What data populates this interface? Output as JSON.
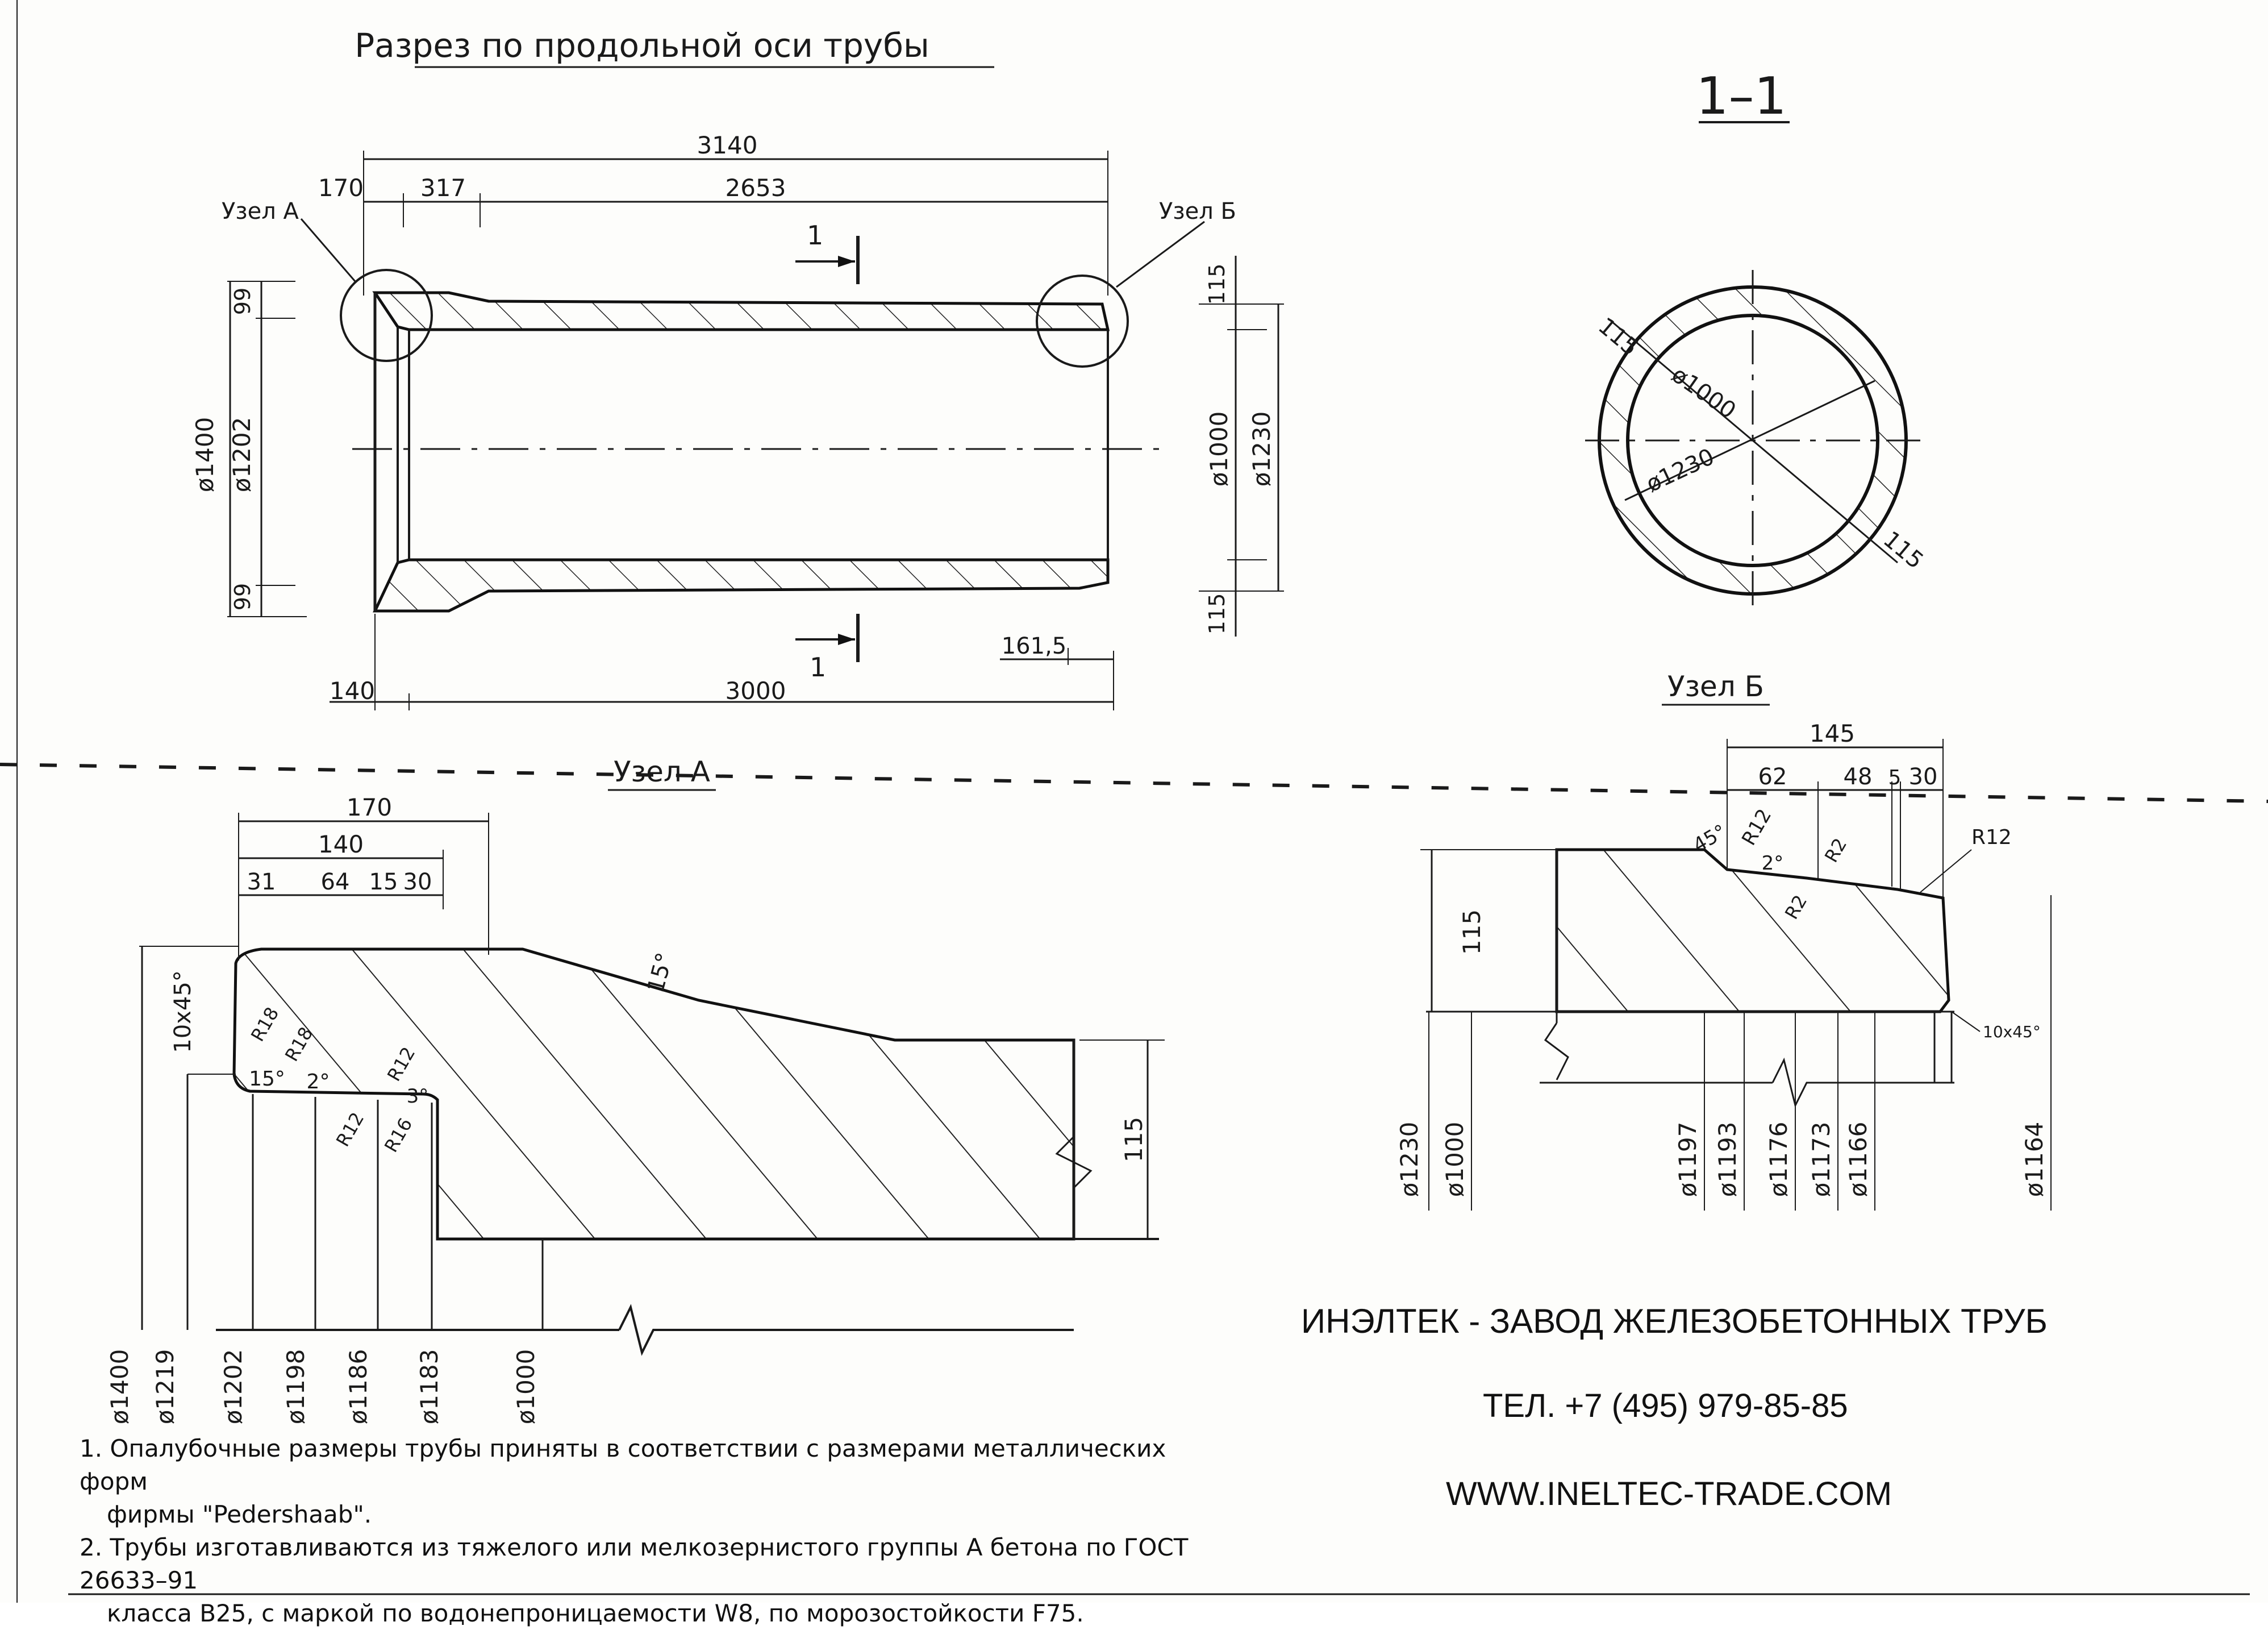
{
  "titles": {
    "main_section": "Разрез по продольной оси трубы",
    "section_1_1": "1–1",
    "node_a": "Узел А",
    "node_b": "Узел Б"
  },
  "callouts": {
    "node_a": "Узел А",
    "node_b": "Узел Б",
    "cut_mark": "1"
  },
  "main_dims": {
    "total_length": "3140",
    "socket_170": "170",
    "d317": "317",
    "d2653": "2653",
    "d3000": "3000",
    "d140": "140",
    "d161_5": "161,5",
    "d99_top": "99",
    "d99_bottom": "99",
    "dia1400": "ø1400",
    "dia1202": "ø1202",
    "d115_top": "115",
    "d115_bottom": "115",
    "dia1000": "ø1000",
    "dia1230": "ø1230"
  },
  "section_dims": {
    "wall_top": "115",
    "wall_bottom": "115",
    "inner_dia": "ø1000",
    "outer_dia": "ø1230"
  },
  "node_a_dims": {
    "d170": "170",
    "d140": "140",
    "d31": "31",
    "d64": "64",
    "d15": "15",
    "d30": "30",
    "chamfer": "10x45°",
    "angle15_top": "15°",
    "angle15": "15°",
    "angle2": "2°",
    "angle3": "3°",
    "r18a": "R18",
    "r18b": "R18",
    "r12a": "R12",
    "r12b": "R12",
    "r16": "R16",
    "wall": "115",
    "dias": [
      "ø1400",
      "ø1219",
      "ø1202",
      "ø1198",
      "ø1186",
      "ø1183",
      "ø1000"
    ]
  },
  "node_b_dims": {
    "d145": "145",
    "d62": "62",
    "d48": "48",
    "d5": "5",
    "d30": "30",
    "wall": "115",
    "angle45": "45°",
    "angle2": "2°",
    "r12a": "R12",
    "r12b": "R12",
    "r2a": "R2",
    "r2b": "R2",
    "chamfer": "10x45°",
    "dias": [
      "ø1230",
      "ø1000",
      "ø1197",
      "ø1193",
      "ø1176",
      "ø1173",
      "ø1166",
      "ø1164"
    ]
  },
  "notes": {
    "line1a": "1. Опалубочные размеры трубы приняты в соответствии с размерами металлических форм",
    "line1b": "фирмы \"Pedershaab\".",
    "line2a": "2. Трубы изготавливаются из тяжелого или мелкозернистого группы А бетона по ГОСТ 26633–91",
    "line2b": "класса В25, с маркой по водонепроницаемости W8, по морозостойкости F75."
  },
  "company": {
    "name": "ИНЭЛТЕК - ЗАВОД ЖЕЛЕЗОБЕТОННЫХ ТРУБ",
    "phone": "ТЕЛ. +7 (495) 979-85-85",
    "website": "WWW.INELTEC-TRADE.COM"
  }
}
